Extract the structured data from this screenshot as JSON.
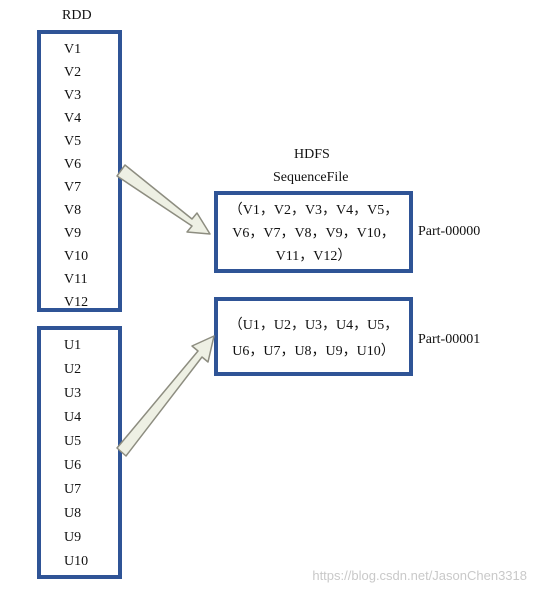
{
  "rdd": {
    "title": "RDD",
    "partition_v": [
      "V1",
      "V2",
      "V3",
      "V4",
      "V5",
      "V6",
      "V7",
      "V8",
      "V9",
      "V10",
      "V11",
      "V12"
    ],
    "partition_u": [
      "U1",
      "U2",
      "U3",
      "U4",
      "U5",
      "U6",
      "U7",
      "U8",
      "U9",
      "U10"
    ]
  },
  "hdfs": {
    "title": "HDFS",
    "subtitle": "SequenceFile",
    "file1": {
      "lines": [
        "（V1，V2，V3，V4，V5，",
        "V6，V7，V8，V9，V10，",
        "V11，V12）"
      ],
      "part": "Part-00000"
    },
    "file2": {
      "lines": [
        "（U1，U2，U3，U4，U5，",
        "U6，U7，U8，U9，U10）"
      ],
      "part": "Part-00001"
    }
  },
  "watermark": "https://blog.csdn.net/JasonChen3318",
  "colors": {
    "box_border": "#2f5496",
    "arrow_fill": "#eef0e4",
    "arrow_stroke": "#8d8d80"
  }
}
